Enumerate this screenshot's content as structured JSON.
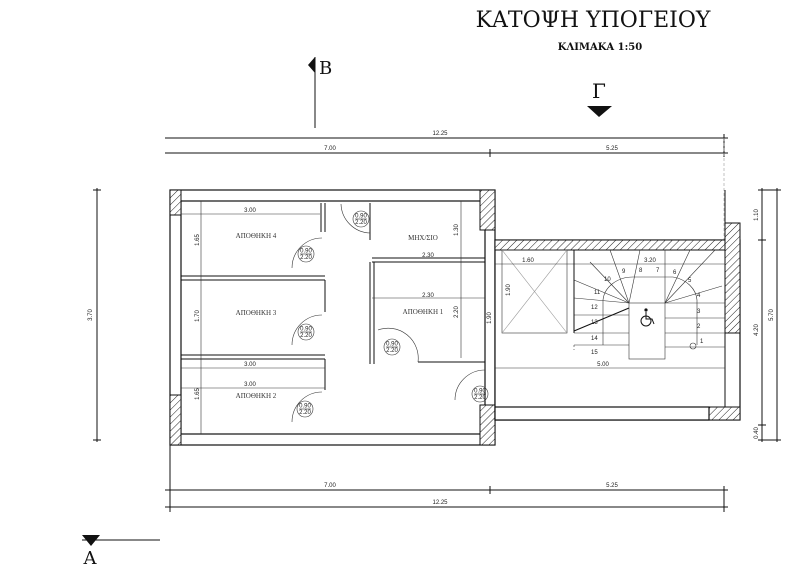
{
  "title": "ΚΑΤΟΨΗ  ΥΠΟΓΕΙΟΥ",
  "scale": "ΚΛΙΜΑΚΑ 1:50",
  "section_markers": {
    "a": "A",
    "b": "B",
    "g": "Γ"
  },
  "dimensions": {
    "top_total": "12.25",
    "top_left": "7.00",
    "top_right": "5.25",
    "bottom_left": "7.00",
    "bottom_right": "5.25",
    "bottom_total": "12.25",
    "left_total": "3.70",
    "right_1": "1.10",
    "right_2": "4.20",
    "right_3": "0.40",
    "right_total": "5.70",
    "room4_width": "3.00",
    "room4_depth": "1.65",
    "room3_depth": "1.70",
    "room2_width_a": "3.00",
    "room2_width_b": "3.00",
    "room2_depth": "1.65",
    "mech_height": "1.30",
    "mech_width": "2.30",
    "store1_width": "2.30",
    "store1_depth": "2.20",
    "lift_width": "1.60",
    "lift_depth": "1.90",
    "side_depth": "1.90",
    "stair_width": "3.20",
    "stair_total": "5.00"
  },
  "rooms": {
    "store4": "ΑΠΟΘΗΚΗ 4",
    "store3": "ΑΠΟΘΗΚΗ 3",
    "store2": "ΑΠΟΘΗΚΗ 2",
    "store1": "ΑΠΟΘΗΚΗ 1",
    "mech": "ΜΗΧ/ΣΙΟ"
  },
  "door_tag": {
    "width": "0.90",
    "height": "2.20"
  },
  "stair_steps": [
    "1",
    "2",
    "3",
    "4",
    "5",
    "6",
    "7",
    "8",
    "9",
    "10",
    "11",
    "12",
    "13",
    "14",
    "15"
  ],
  "icons": {
    "accessibility": "wheelchair-icon"
  }
}
